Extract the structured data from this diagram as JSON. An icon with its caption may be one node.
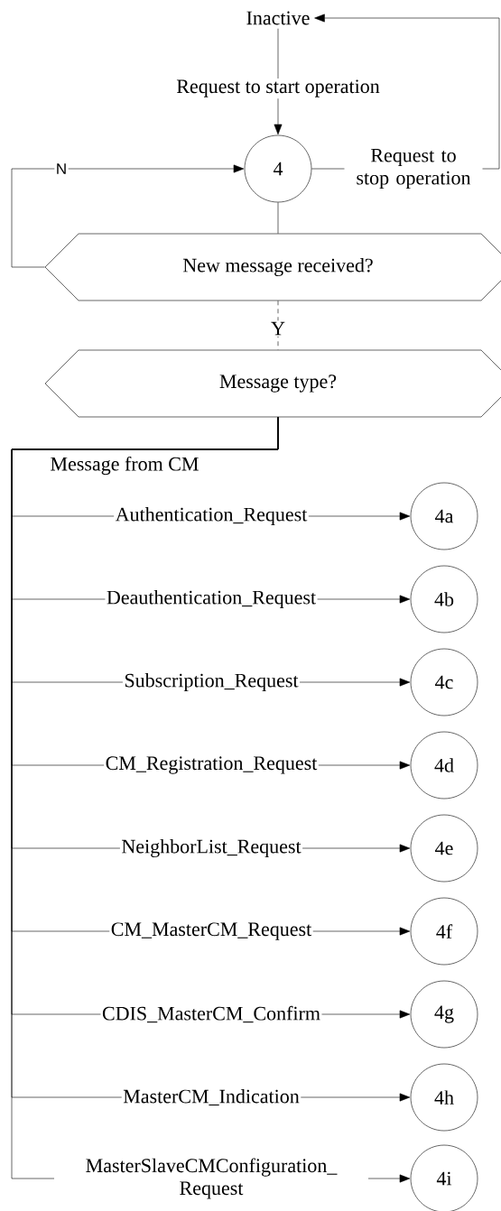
{
  "diagram": {
    "nodes": [
      {
        "text": [
          "Inactive"
        ]
      },
      {
        "text": [
          "4"
        ]
      },
      {
        "text": [
          "New message received?"
        ]
      },
      {
        "text": [
          "Message type?"
        ]
      },
      {
        "text": [
          "4a"
        ]
      },
      {
        "text": [
          "4b"
        ]
      },
      {
        "text": [
          "4c"
        ]
      },
      {
        "text": [
          "4d"
        ]
      },
      {
        "text": [
          "4e"
        ]
      },
      {
        "text": [
          "4f"
        ]
      },
      {
        "text": [
          "4g"
        ]
      },
      {
        "text": [
          "4h"
        ]
      },
      {
        "text": [
          "4i"
        ]
      }
    ],
    "edges": [
      {
        "from": 0,
        "to": 1,
        "arrow": "to",
        "label": "Request to start operation"
      },
      {
        "from": 1,
        "to": 0,
        "arrow": "to",
        "label": "Request to stop operation"
      },
      {
        "from": 1,
        "to": 2,
        "arrow": "none"
      },
      {
        "from": 2,
        "to": 1,
        "arrow": "to",
        "label": "N"
      },
      {
        "from": 2,
        "to": 3,
        "arrow": "none",
        "label": "Y",
        "style": "dashed"
      },
      {
        "from": 3,
        "to": 4,
        "arrow": "to",
        "label": "Authentication_Request"
      },
      {
        "from": 3,
        "to": 5,
        "arrow": "to",
        "label": "Deauthentication_Request"
      },
      {
        "from": 3,
        "to": 6,
        "arrow": "to",
        "label": "Subscription_Request"
      },
      {
        "from": 3,
        "to": 7,
        "arrow": "to",
        "label": "CM_Registration_Request"
      },
      {
        "from": 3,
        "to": 8,
        "arrow": "to",
        "label": "NeighborList_Request"
      },
      {
        "from": 3,
        "to": 9,
        "arrow": "to",
        "label": "CM_MasterCM_Request"
      },
      {
        "from": 3,
        "to": 10,
        "arrow": "to",
        "label": "CDIS_MasterCM_Confirm"
      },
      {
        "from": 3,
        "to": 11,
        "arrow": "to",
        "label": "MasterCM_Indication"
      },
      {
        "from": 3,
        "to": 12,
        "arrow": "to",
        "label": "MasterSlaveCMConfiguration_ Request"
      }
    ],
    "labels": [
      "Message from CM"
    ]
  }
}
